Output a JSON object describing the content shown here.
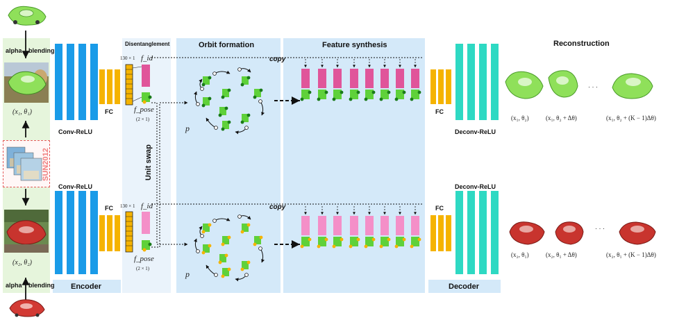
{
  "sections": {
    "disentanglement": "Disentanglement",
    "orbit_formation": "Orbit formation",
    "feature_synthesis": "Feature synthesis",
    "reconstruction": "Reconstruction",
    "encoder": "Encoder",
    "decoder": "Decoder",
    "unit_swap": "Unit swap"
  },
  "labels": {
    "alpha": "alpha",
    "blending": "blending",
    "conv_relu": "Conv-ReLU",
    "deconv_relu": "Deconv-ReLU",
    "fc": "FC",
    "copy": "copy",
    "sun2012": "SUN2012",
    "p": "p",
    "ellipsis": "· · ·"
  },
  "math": {
    "id_dim": "130 × 1",
    "f_id": "f_id",
    "f_pose": "f_pose",
    "pose_dim": "(2 × 1)",
    "top_input": "(x₁, θ₁)",
    "bottom_input": "(x₂, θ₂)"
  },
  "reconstruction_top": [
    "(x₁, θ₂)",
    "(x₁, θ₂ + Δθ)",
    "(x₁, θ₂ + (K − 1)Δθ)"
  ],
  "reconstruction_bottom": [
    "(x₂, θ₁)",
    "(x₂, θ₁ + Δθ)",
    "(x₂, θ₁ + (K − 1)Δθ)"
  ],
  "colors": {
    "encoder_blue": "#1a9be8",
    "fc_yellow": "#f5b300",
    "decoder_teal": "#2ed9c3",
    "id_pink": "#e0559a",
    "id_pink_light": "#f48fc8",
    "pose_green": "#5fd13a",
    "light_green_bg": "#e6f5dc",
    "panel_blue": "#d4e9f9",
    "panel_light": "#eaf3fb",
    "sun_red": "#e55a5a"
  }
}
